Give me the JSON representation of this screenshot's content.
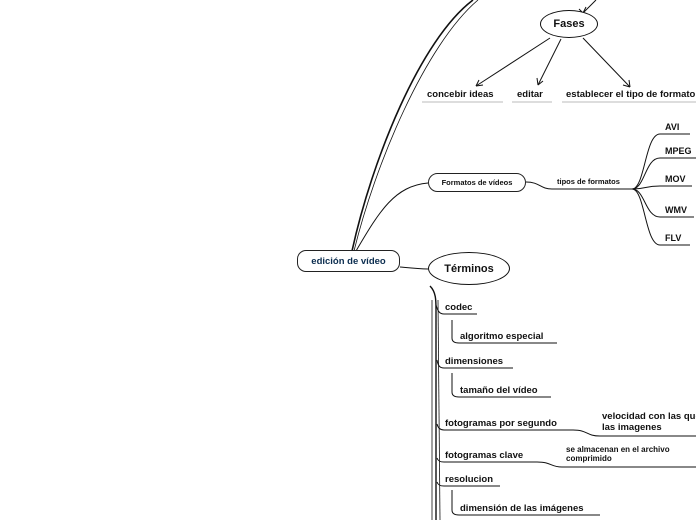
{
  "root": {
    "label": "edición de vídeo",
    "color": "#0b2d4f"
  },
  "fases": {
    "label": "Fases",
    "children": [
      "concebir ideas",
      "editar",
      "establecer el tipo de formato"
    ]
  },
  "formatos": {
    "label": "Formatos de vídeos",
    "tipos": {
      "label": "tipos de formatos",
      "children": [
        "AVI",
        "MPEG",
        "MOV",
        "WMV",
        "FLV"
      ]
    }
  },
  "terminos": {
    "label": "Términos",
    "items": [
      {
        "label": "codec",
        "child": "algoritmo especial"
      },
      {
        "label": "dimensiones",
        "child": "tamaño del vídeo"
      },
      {
        "label": "fotogramas por segundo",
        "note": [
          "velocidad con las que",
          "las imagenes"
        ]
      },
      {
        "label": "fotogramas clave",
        "note": [
          "se almacenan en el archivo",
          "comprimido"
        ]
      },
      {
        "label": "resolucion",
        "child": "dimensión de las imágenes"
      }
    ]
  }
}
